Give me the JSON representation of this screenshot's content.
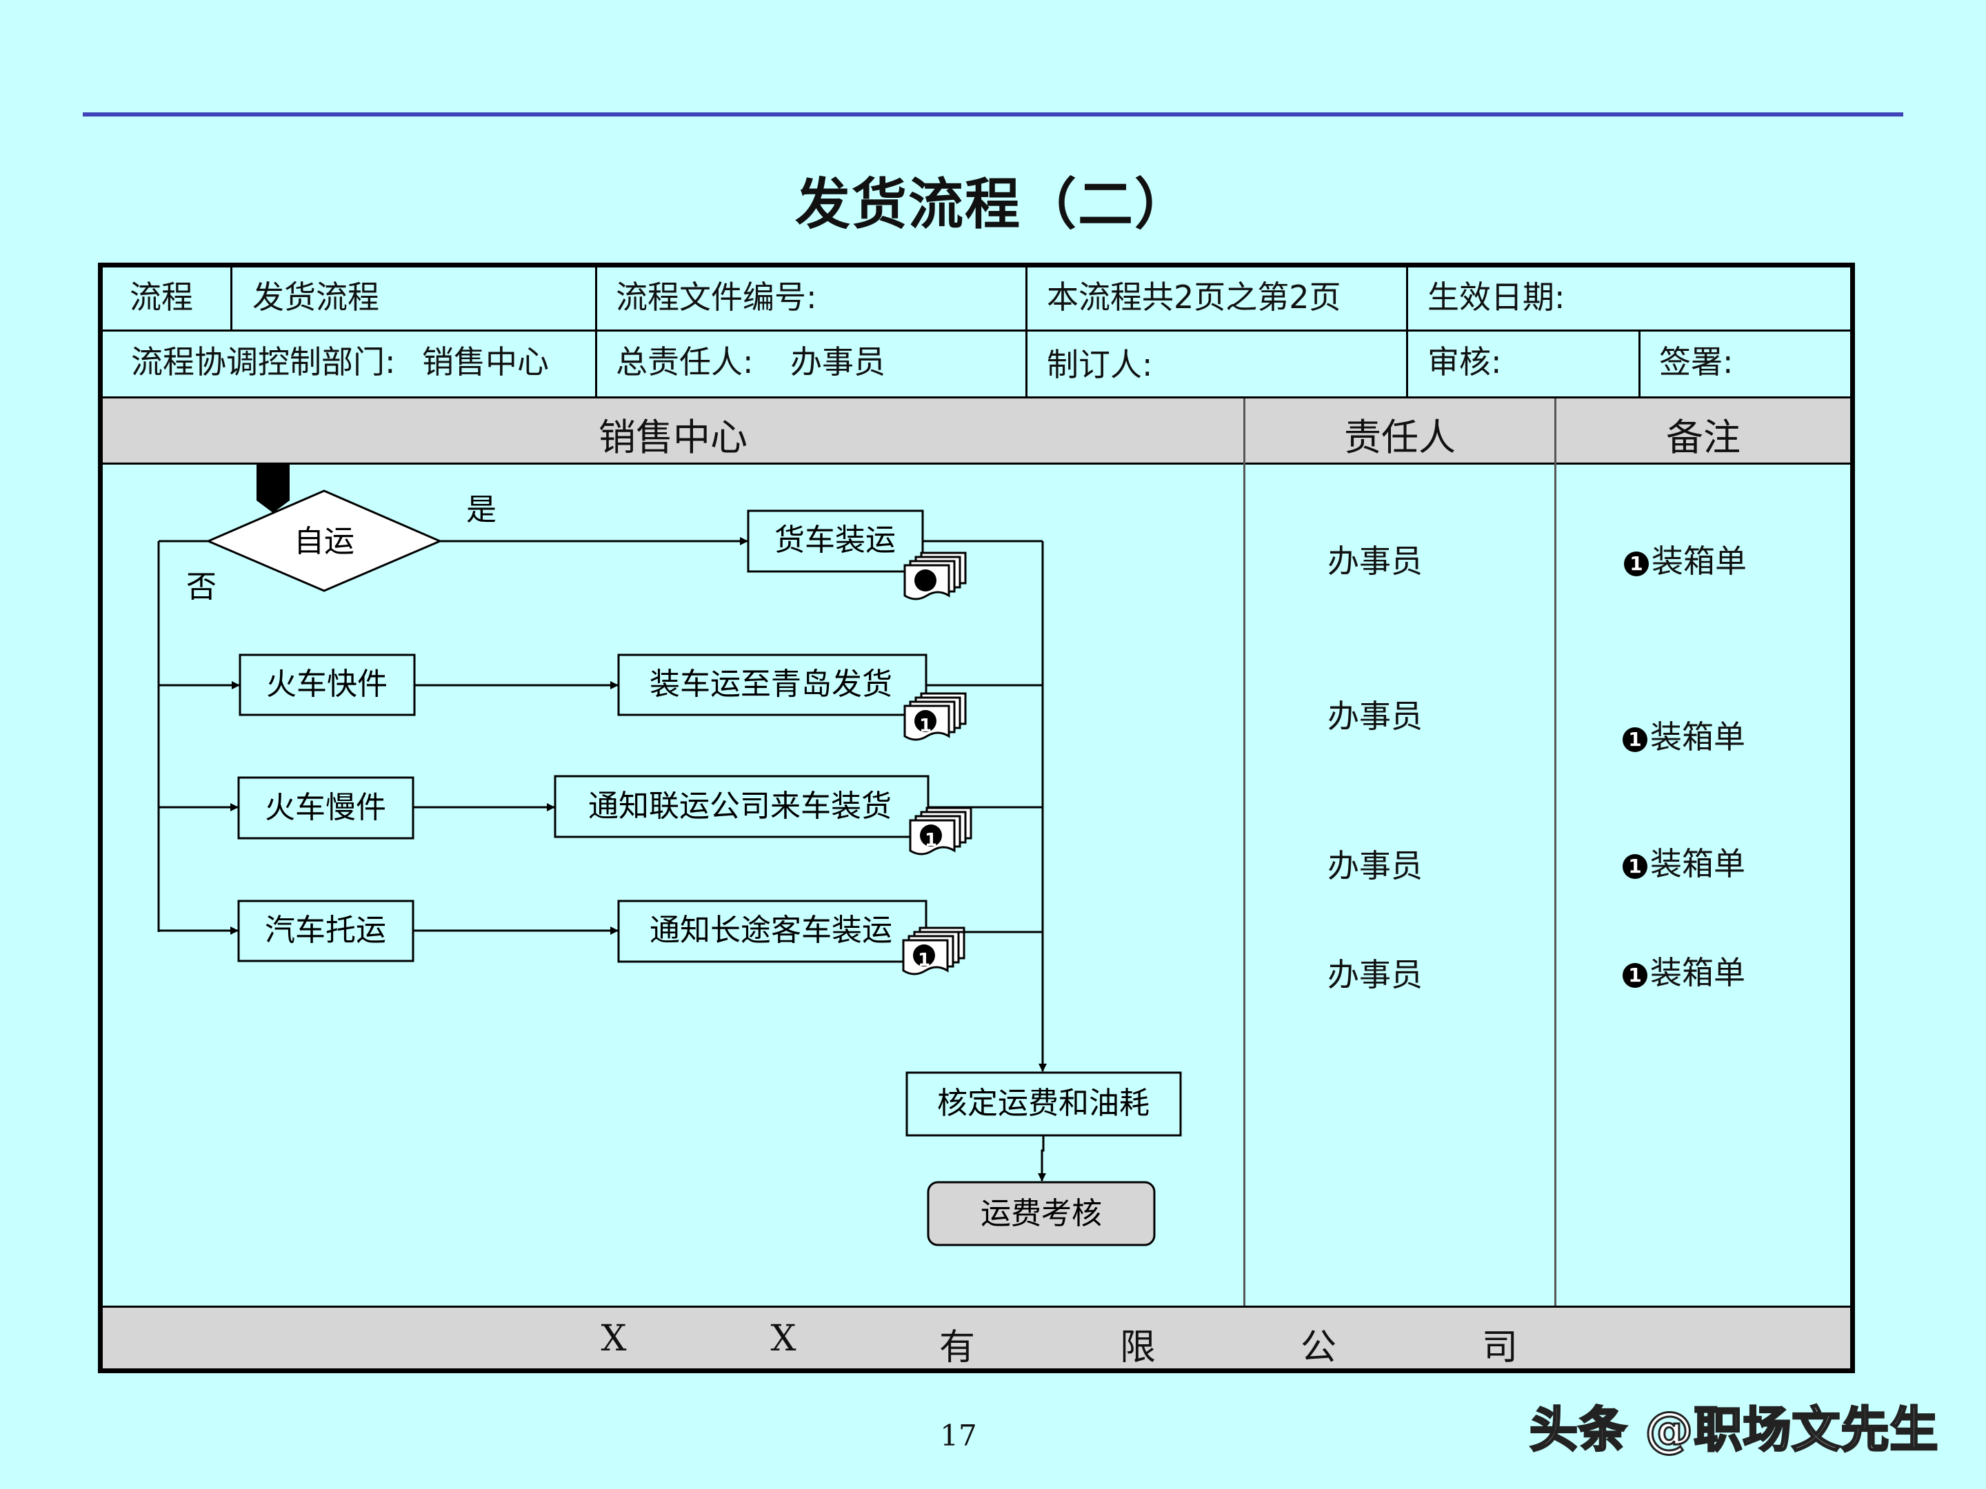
{
  "page": {
    "title": "发货流程（二）",
    "page_number": "17",
    "watermark": "头条 @职场文先生"
  },
  "header": {
    "process_label": "流程",
    "process_value": "发货流程",
    "file_no_label": "流程文件编号:",
    "pages": "本流程共2页之第2页",
    "effective_date_label": "生效日期:",
    "dept_label": "流程协调控制部门:",
    "dept_value": "销售中心",
    "owner_label": "总责任人:",
    "owner_value": "办事员",
    "author_label": "制订人:",
    "review_label": "审核:",
    "sign_label": "签署:"
  },
  "columns": {
    "lane": "销售中心",
    "responsible": "责任人",
    "remarks": "备注"
  },
  "flow": {
    "decision": "自运",
    "yes_label": "是",
    "no_label": "否",
    "branches": [
      {
        "mode": "火车快件",
        "action": "装车运至青岛发货"
      },
      {
        "mode": "火车慢件",
        "action": "通知联运公司来车装货"
      },
      {
        "mode": "汽车托运",
        "action": "通知长途客车装运"
      }
    ],
    "yes_action": "货车装运",
    "doc_marker": "1",
    "verify": "核定运费和油耗",
    "end": "运费考核"
  },
  "rows": [
    {
      "responsible": "办事员",
      "remark": "装箱单"
    },
    {
      "responsible": "办事员",
      "remark": "装箱单"
    },
    {
      "responsible": "办事员",
      "remark": "装箱单"
    },
    {
      "responsible": "办事员",
      "remark": "装箱单"
    }
  ],
  "footer": {
    "company_chars": [
      "X",
      "X",
      "有",
      "限",
      "公",
      "司"
    ]
  }
}
